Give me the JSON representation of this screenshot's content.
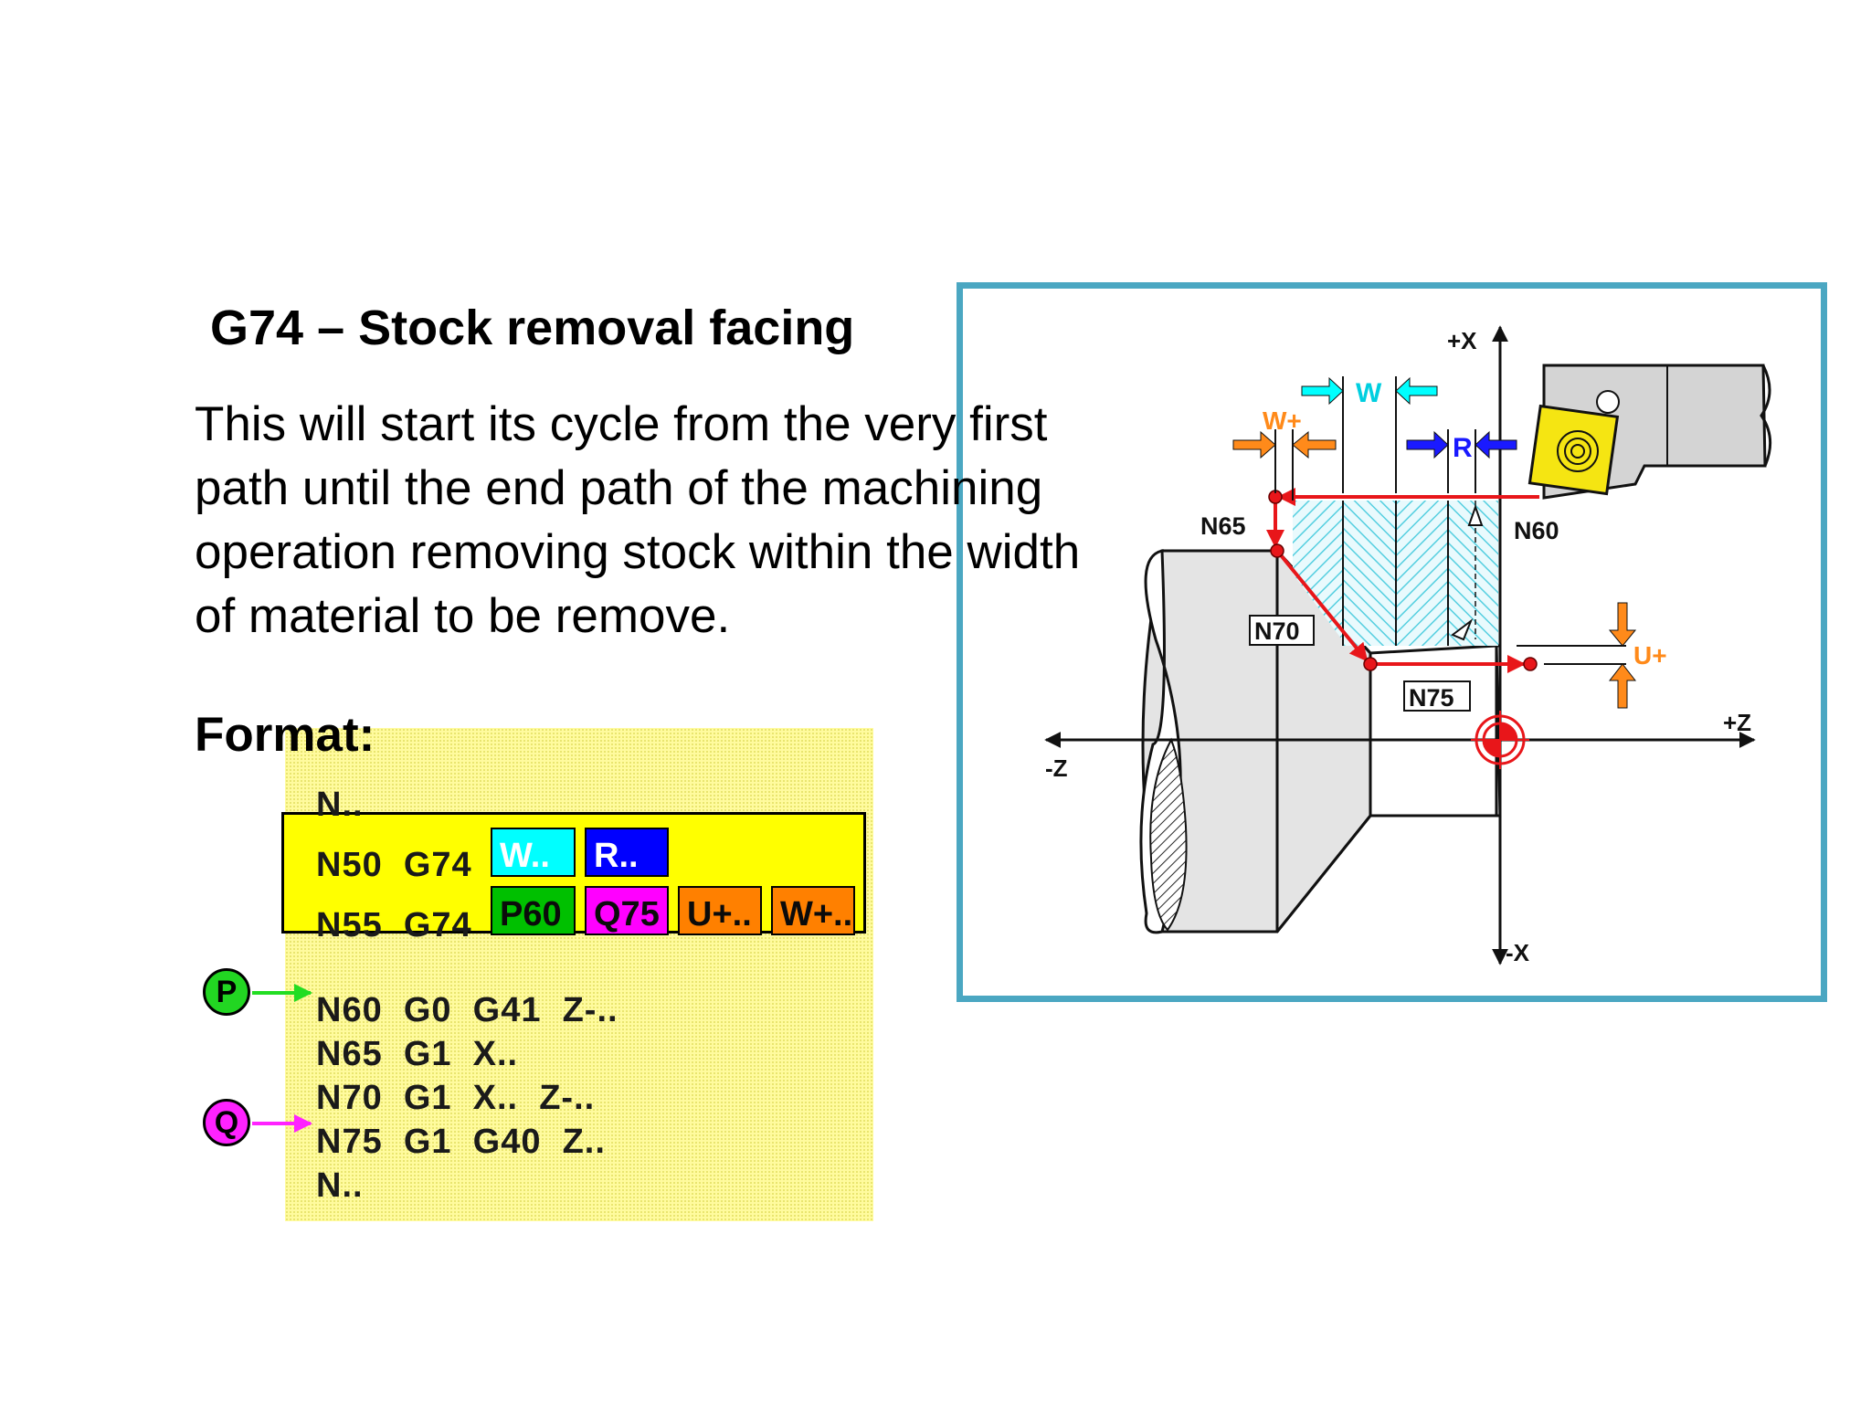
{
  "title": "G74 – Stock removal facing",
  "description": "This will start its cycle from the very first path until the end path of the machining operation removing stock within the width of material to be remove.",
  "format_label": "Format:",
  "code": {
    "line_first": "N..",
    "line_n50": "N50  G74",
    "n50_params": [
      "W..",
      "R.."
    ],
    "line_n55": "N55  G74",
    "n55_params": [
      "P60",
      "Q75",
      "U+..",
      "W+.."
    ],
    "line_n60": "N60  G0  G41  Z-..",
    "line_n65": "N65  G1  X..",
    "line_n70": "N70  G1  X..  Z-..",
    "line_n75": "N75  G1  G40  Z..",
    "line_last": "N..",
    "marker_p": "P",
    "marker_q": "Q"
  },
  "diagram": {
    "axis_plus_x": "+X",
    "axis_minus_x": "-X",
    "axis_plus_z": "+Z",
    "axis_minus_z": "-Z",
    "label_w": "W",
    "label_w_plus": "W+",
    "label_r": "R",
    "label_u_plus": "U+",
    "label_n60": "N60",
    "label_n65": "N65",
    "label_n70": "N70",
    "label_n75": "N75"
  },
  "colors": {
    "frame": "#4ba7c2",
    "highlight_yellow": "#ffff00",
    "w_box": "#00ffff",
    "r_box": "#0000ff",
    "p_box": "#00c000",
    "q_box": "#ff00ff",
    "u_w_box": "#ff8000",
    "toolpath": "#e8161a",
    "hatch": "#55cfe0"
  }
}
